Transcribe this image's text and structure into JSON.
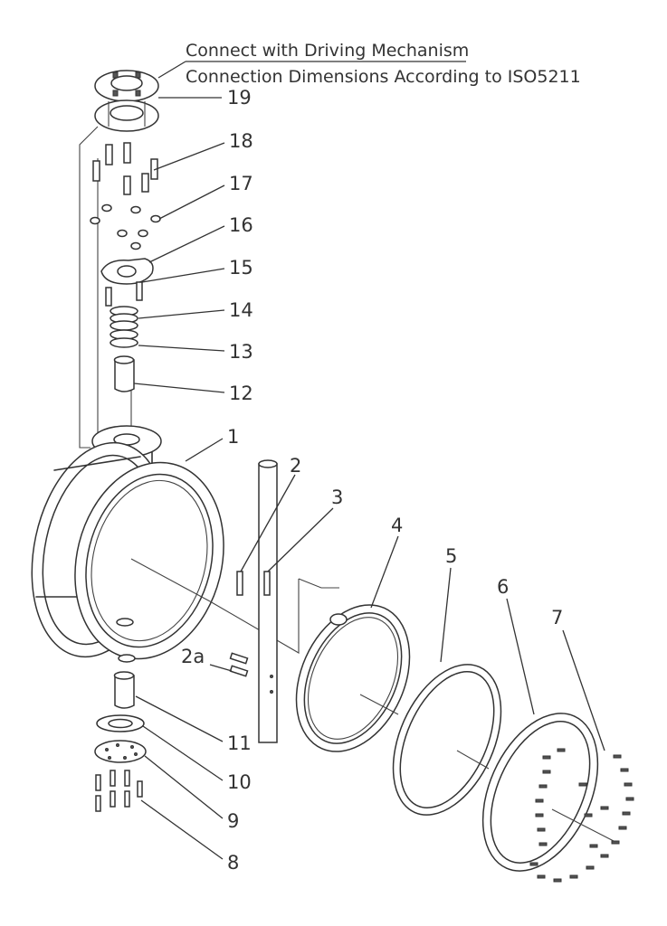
{
  "header": {
    "line1": "Connect with Driving Mechanism",
    "line2": "Connection Dimensions According to ISO5211"
  },
  "parts": [
    {
      "id": "p19",
      "label": "19"
    },
    {
      "id": "p18",
      "label": "18"
    },
    {
      "id": "p17",
      "label": "17"
    },
    {
      "id": "p16",
      "label": "16"
    },
    {
      "id": "p15",
      "label": "15"
    },
    {
      "id": "p14",
      "label": "14"
    },
    {
      "id": "p13",
      "label": "13"
    },
    {
      "id": "p12",
      "label": "12"
    },
    {
      "id": "p1",
      "label": "1"
    },
    {
      "id": "p2",
      "label": "2"
    },
    {
      "id": "p3",
      "label": "3"
    },
    {
      "id": "p4",
      "label": "4"
    },
    {
      "id": "p5",
      "label": "5"
    },
    {
      "id": "p6",
      "label": "6"
    },
    {
      "id": "p7",
      "label": "7"
    },
    {
      "id": "p2a",
      "label": "2a"
    },
    {
      "id": "p11",
      "label": "11"
    },
    {
      "id": "p10",
      "label": "10"
    },
    {
      "id": "p9",
      "label": "9"
    },
    {
      "id": "p8",
      "label": "8"
    }
  ],
  "colors": {
    "ink": "#333333",
    "background": "#ffffff"
  }
}
